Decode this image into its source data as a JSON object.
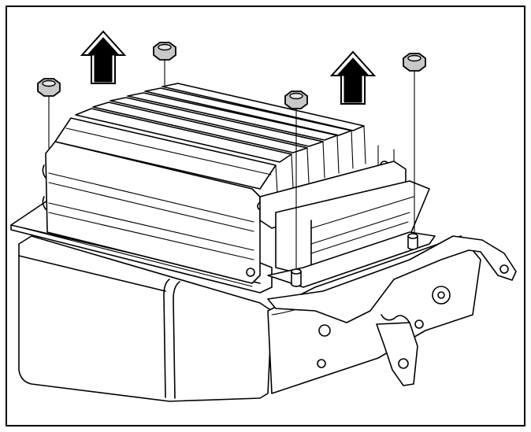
{
  "figure": {
    "kind": "service-procedure-illustration",
    "subject": "amplifier-module-removal",
    "fasteners": [
      {
        "name": "nut-rear-left",
        "icon": "hex-nut-icon"
      },
      {
        "name": "nut-rear-center",
        "icon": "hex-nut-icon"
      },
      {
        "name": "nut-front-center",
        "icon": "hex-nut-icon"
      },
      {
        "name": "nut-front-right",
        "icon": "hex-nut-icon"
      }
    ],
    "direction_arrows": [
      {
        "name": "lift-arrow-left",
        "icon": "up-arrow-icon"
      },
      {
        "name": "lift-arrow-right",
        "icon": "up-arrow-icon"
      }
    ],
    "colors": {
      "line": "#000000",
      "background": "#ffffff",
      "nut_fill": "#c8c8c8"
    }
  }
}
